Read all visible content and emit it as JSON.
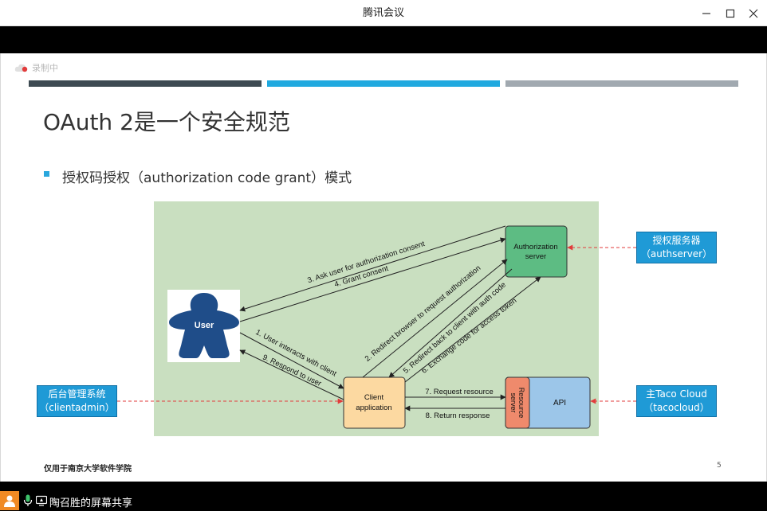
{
  "window": {
    "title": "腾讯会议",
    "minimize_icon": "minimize-icon",
    "maximize_icon": "maximize-icon",
    "close_icon": "close-icon"
  },
  "recording": {
    "label": "录制中",
    "icon": "recording-cloud-icon"
  },
  "stripes": {
    "colors": [
      "#3d4a52",
      "#20a9df",
      "#a1a9b0"
    ]
  },
  "slide": {
    "title": "OAuth 2是一个安全规范",
    "bullet": "授权码授权（authorization code grant）模式",
    "footer": "仅用于南京大学软件学院",
    "page_number": "5"
  },
  "diagram": {
    "nodes": {
      "user": "User",
      "auth_server_line1": "Authorization",
      "auth_server_line2": "server",
      "client_line1": "Client",
      "client_line2": "application",
      "resource_server_line1": "Resource",
      "resource_server_line2": "server",
      "api": "API"
    },
    "arrows": {
      "a1": "1. User interacts with client",
      "a2": "2. Redirect browser to request authorization",
      "a3": "3. Ask user for authorization consent",
      "a4": "4. Grant consent",
      "a5": "5. Redirect back to client with auth code",
      "a6": "6. Exchange code for access token",
      "a7": "7. Request resource",
      "a8": "8. Return response",
      "a9": "9. Respond to user"
    },
    "colors": {
      "background": "#c9dfc0",
      "auth_server": "#5dbc83",
      "client": "#fcd9a1",
      "resource_server": "#ef8a6c",
      "api": "#9cc6e9",
      "user": "#1f4d89"
    }
  },
  "callouts": {
    "auth_server": {
      "line1": "授权服务器",
      "line2": "（authserver）"
    },
    "client": {
      "line1": "后台管理系统",
      "line2": "（clientadmin）"
    },
    "resource": {
      "line1": "主Taco Cloud",
      "line2": "（tacocloud）"
    }
  },
  "share_bar": {
    "text": "陶召胜的屏幕共享",
    "user_icon": "user-icon",
    "mic_icon": "microphone-icon",
    "screen_icon": "screen-share-icon"
  }
}
